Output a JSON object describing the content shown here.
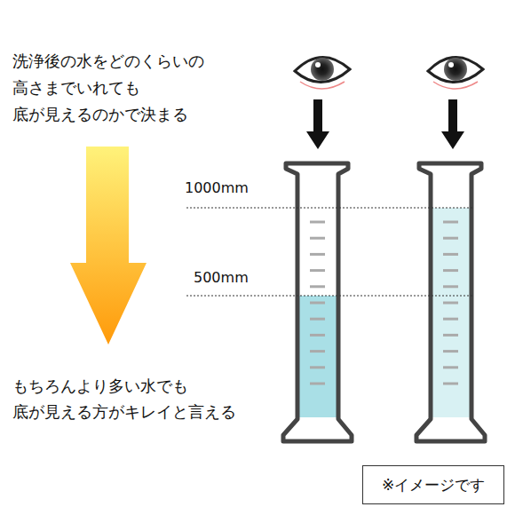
{
  "diagram": {
    "nodes": [
      {
        "text": [
          "※イメージです"
        ]
      }
    ],
    "labels": [
      "洗浄後の水をどのくらいの",
      "高さまでいれても",
      "底が見えるのかで決まる",
      "1000mm",
      "500mm",
      "もちろんより多い水でも",
      "底が見える方がキレイと言える"
    ]
  }
}
